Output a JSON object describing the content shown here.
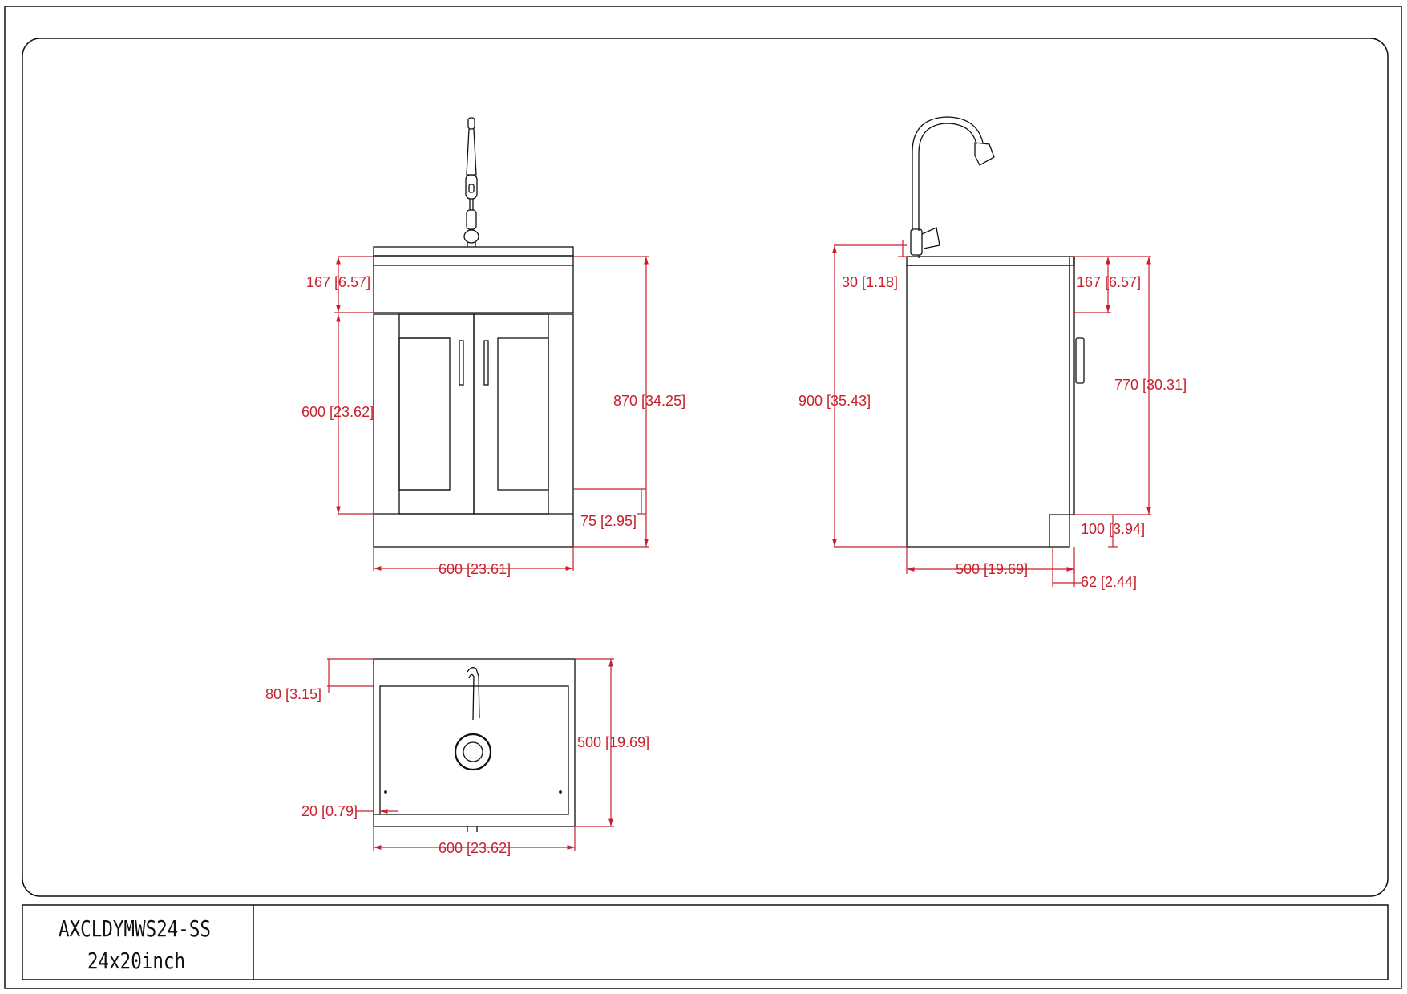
{
  "title_block": {
    "model": "AXCLDYMWS24-SS",
    "size": "24x20inch"
  },
  "colors": {
    "line": "#111111",
    "dimension": "#c8202c"
  },
  "front_view": {
    "dim_top_band": "167 [6.57]",
    "dim_doors": "600 [23.62]",
    "dim_total_height": "870 [34.25]",
    "dim_toe_kick": "75 [2.95]",
    "dim_width": "600 [23.61]"
  },
  "side_view": {
    "dim_faucet_offset": "30 [1.18]",
    "dim_total_height": "900 [35.43]",
    "dim_top_band": "167 [6.57]",
    "dim_body": "770 [30.31]",
    "dim_toe_kick": "100 [3.94]",
    "dim_depth": "500 [19.69]",
    "dim_door_depth": "62 [2.44]"
  },
  "top_view": {
    "dim_back_edge": "80 [3.15]",
    "dim_depth": "500 [19.69]",
    "dim_rim": "20 [0.79]",
    "dim_width": "600 [23.62]"
  }
}
